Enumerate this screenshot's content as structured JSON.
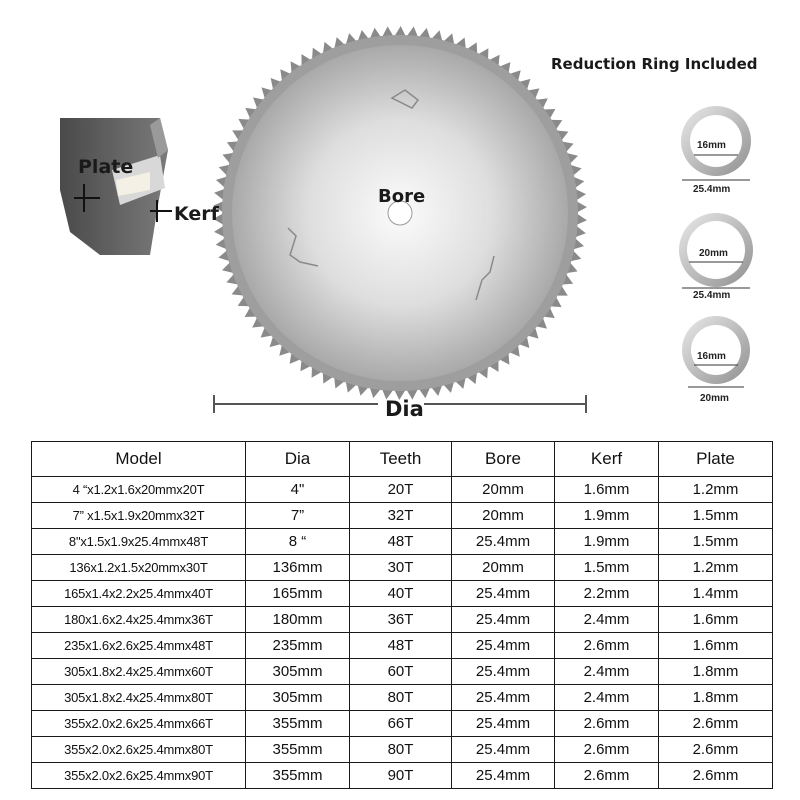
{
  "labels": {
    "plate": "Plate",
    "kerf": "Kerf",
    "bore": "Bore",
    "dia": "Dia",
    "reduction_ring": "Reduction Ring Included"
  },
  "rings": [
    {
      "inner": "16mm",
      "outer": "25.4mm"
    },
    {
      "inner": "20mm",
      "outer": "25.4mm"
    },
    {
      "inner": "16mm",
      "outer": "20mm"
    }
  ],
  "table": {
    "headers": [
      "Model",
      "Dia",
      "Teeth",
      "Bore",
      "Kerf",
      "Plate"
    ],
    "rows": [
      [
        "4 “x1.2x1.6x20mmx20T",
        "4\"",
        "20T",
        "20mm",
        "1.6mm",
        "1.2mm"
      ],
      [
        "7” x1.5x1.9x20mmx32T",
        "7”",
        "32T",
        "20mm",
        "1.9mm",
        "1.5mm"
      ],
      [
        "8\"x1.5x1.9x25.4mmx48T",
        "8 “",
        "48T",
        "25.4mm",
        "1.9mm",
        "1.5mm"
      ],
      [
        "136x1.2x1.5x20mmx30T",
        "136mm",
        "30T",
        "20mm",
        "1.5mm",
        "1.2mm"
      ],
      [
        "165x1.4x2.2x25.4mmx40T",
        "165mm",
        "40T",
        "25.4mm",
        "2.2mm",
        "1.4mm"
      ],
      [
        "180x1.6x2.4x25.4mmx36T",
        "180mm",
        "36T",
        "25.4mm",
        "2.4mm",
        "1.6mm"
      ],
      [
        "235x1.6x2.6x25.4mmx48T",
        "235mm",
        "48T",
        "25.4mm",
        "2.6mm",
        "1.6mm"
      ],
      [
        "305x1.8x2.4x25.4mmx60T",
        "305mm",
        "60T",
        "25.4mm",
        "2.4mm",
        "1.8mm"
      ],
      [
        "305x1.8x2.4x25.4mmx80T",
        "305mm",
        "80T",
        "25.4mm",
        "2.4mm",
        "1.8mm"
      ],
      [
        "355x2.0x2.6x25.4mmx66T",
        "355mm",
        "66T",
        "25.4mm",
        "2.6mm",
        "2.6mm"
      ],
      [
        "355x2.0x2.6x25.4mmx80T",
        "355mm",
        "80T",
        "25.4mm",
        "2.6mm",
        "2.6mm"
      ],
      [
        "355x2.0x2.6x25.4mmx90T",
        "355mm",
        "90T",
        "25.4mm",
        "2.6mm",
        "2.6mm"
      ]
    ]
  },
  "colors": {
    "blade_light": "#f4f4f4",
    "blade_mid": "#c6c6c6",
    "blade_dark": "#8e8e8e",
    "table_border": "#1a1a1a"
  }
}
